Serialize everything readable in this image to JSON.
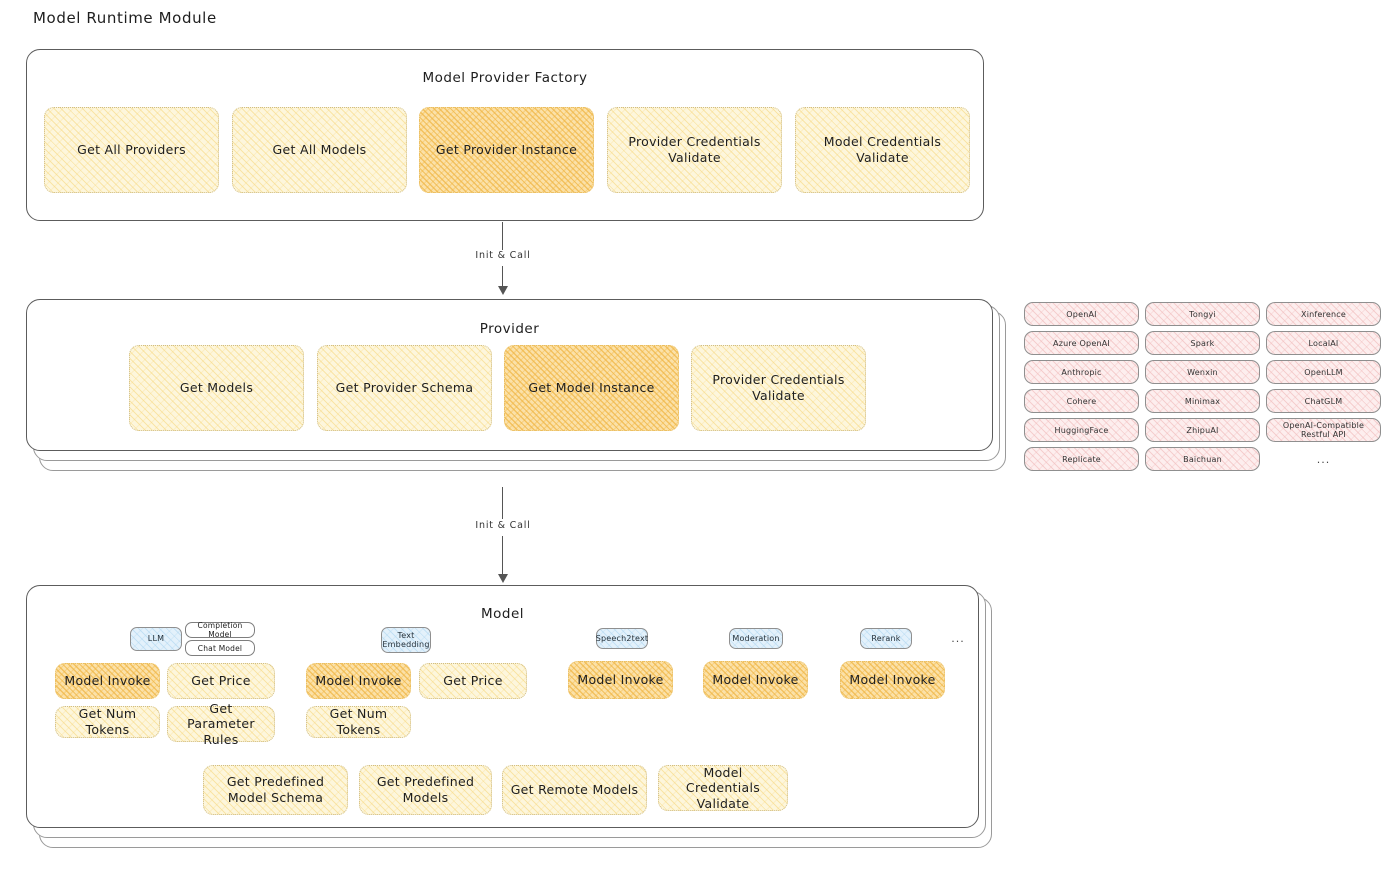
{
  "page": {
    "title": "Model Runtime Module",
    "accent_fill": "#fdf6dc",
    "accent_highlight_fill": "#fbe1a8",
    "provider_pill_fill": "#fdeeee",
    "model_pill_fill": "#e3f1fb",
    "stroke": "#5c5c5c"
  },
  "factory": {
    "title": "Model Provider Factory",
    "boxes": [
      {
        "label": "Get All Providers",
        "highlight": false
      },
      {
        "label": "Get All Models",
        "highlight": false
      },
      {
        "label": "Get Provider Instance",
        "highlight": true
      },
      {
        "label": "Provider Credentials Validate",
        "highlight": false
      },
      {
        "label": "Model Credentials Validate",
        "highlight": false
      }
    ]
  },
  "arrow1": {
    "label": "Init & Call"
  },
  "provider": {
    "title": "Provider",
    "boxes": [
      {
        "label": "Get Models",
        "highlight": false
      },
      {
        "label": "Get Provider Schema",
        "highlight": false
      },
      {
        "label": "Get Model Instance",
        "highlight": true
      },
      {
        "label": "Provider Credentials Validate",
        "highlight": false
      }
    ]
  },
  "provider_list": {
    "columns": [
      {
        "items": [
          "OpenAI",
          "Azure OpenAI",
          "Anthropic",
          "Cohere",
          "HuggingFace",
          "Replicate"
        ]
      },
      {
        "items": [
          "Tongyi",
          "Spark",
          "Wenxin",
          "Minimax",
          "ZhipuAI",
          "Baichuan"
        ]
      },
      {
        "items": [
          "Xinference",
          "LocalAI",
          "OpenLLM",
          "ChatGLM",
          "OpenAI-Compatible Restful API"
        ]
      }
    ],
    "ellipsis": "..."
  },
  "arrow2": {
    "label": "Init & Call"
  },
  "model": {
    "title": "Model",
    "ellipsis": "...",
    "types": [
      {
        "name": "LLM",
        "sub_pills": [
          "Completion Model",
          "Chat Model"
        ],
        "ops": [
          {
            "label": "Model Invoke",
            "highlight": true
          },
          {
            "label": "Get Price",
            "highlight": false
          },
          {
            "label": "Get Num Tokens",
            "highlight": false
          },
          {
            "label": "Get Parameter Rules",
            "highlight": false
          }
        ]
      },
      {
        "name": "Text Embedding",
        "sub_pills": [],
        "ops": [
          {
            "label": "Model Invoke",
            "highlight": true
          },
          {
            "label": "Get Price",
            "highlight": false
          },
          {
            "label": "Get Num Tokens",
            "highlight": false
          }
        ]
      },
      {
        "name": "Speech2text",
        "sub_pills": [],
        "ops": [
          {
            "label": "Model Invoke",
            "highlight": true
          }
        ]
      },
      {
        "name": "Moderation",
        "sub_pills": [],
        "ops": [
          {
            "label": "Model Invoke",
            "highlight": true
          }
        ]
      },
      {
        "name": "Rerank",
        "sub_pills": [],
        "ops": [
          {
            "label": "Model Invoke",
            "highlight": true
          }
        ]
      }
    ],
    "common_ops": [
      {
        "label": "Get Predefined Model Schema"
      },
      {
        "label": "Get Predefined Models"
      },
      {
        "label": "Get Remote Models"
      },
      {
        "label": "Model Credentials Validate"
      }
    ]
  }
}
